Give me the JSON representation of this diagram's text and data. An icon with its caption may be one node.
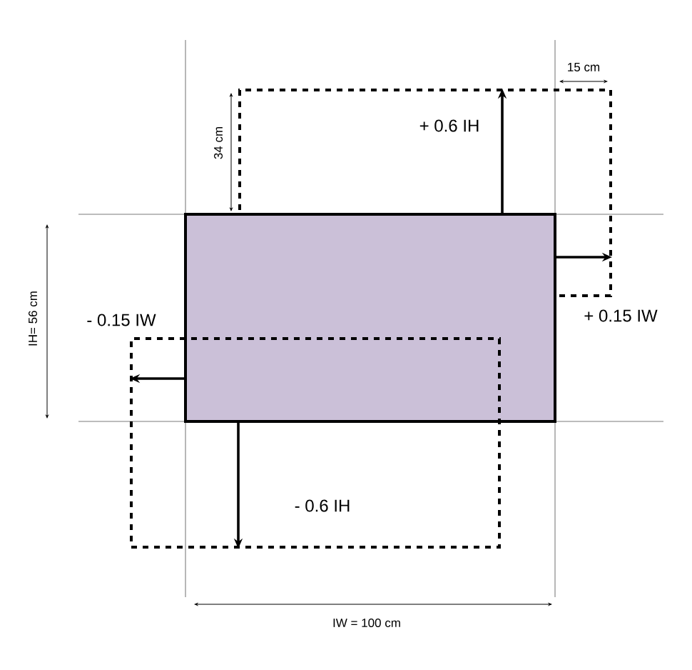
{
  "diagram": {
    "nodes": [
      {
        "text": [],
        "shape": "box"
      },
      {
        "text": [],
        "shape": "box"
      },
      {
        "text": [],
        "shape": "box"
      }
    ],
    "edges": [
      {
        "from": 0,
        "to": 1,
        "arrow": "to",
        "label": "+ 0.6 IH"
      },
      {
        "from": 0,
        "to": 1,
        "arrow": "to",
        "label": "+ 0.15 IW"
      },
      {
        "from": 0,
        "to": 2,
        "arrow": "to",
        "label": "- 0.15 IW"
      },
      {
        "from": 0,
        "to": 2,
        "arrow": "to",
        "label": "- 0.6 IH"
      }
    ],
    "labels": [
      "15 cm",
      "34 cm",
      "IH= 56 cm",
      "IW = 100 cm"
    ]
  }
}
